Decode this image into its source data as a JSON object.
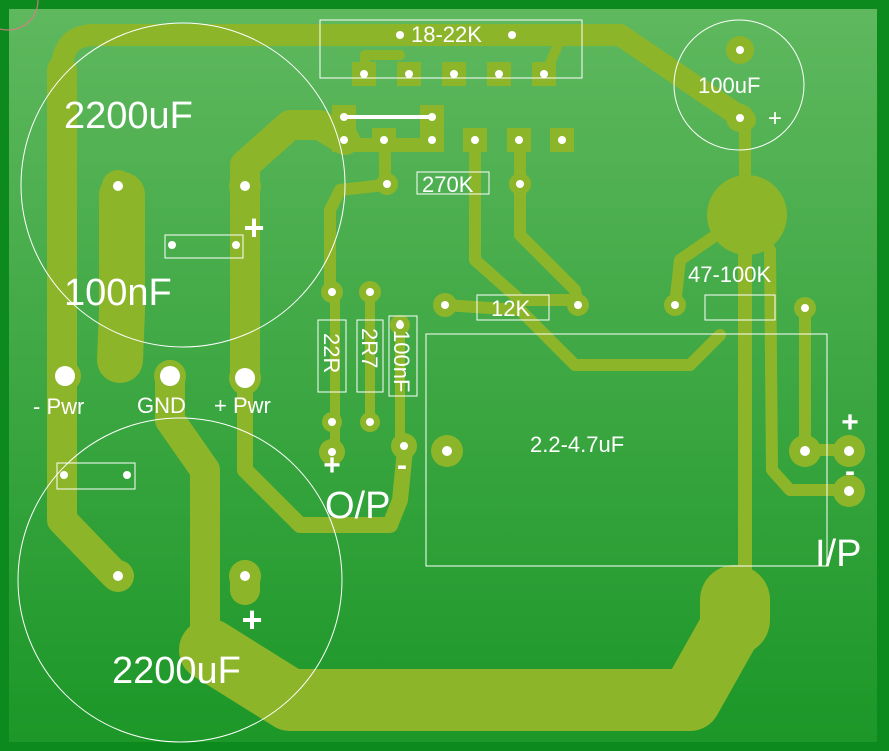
{
  "colors": {
    "board_edge": "#0c8a1c",
    "board_top": "#5cb85c",
    "board_bottom": "#1f9a2a",
    "copper": "#8db52a",
    "silk": "#ffffff",
    "pad_hole": "#ffffff"
  },
  "labels": {
    "cap_top_left": "2200uF",
    "cap_bottom_left": "2200uF",
    "cap_100nf": "100nF",
    "cap_100uf": "100uF",
    "res_top": "18-22K",
    "res_270k": "270K",
    "res_12k": "12K",
    "res_47_100k": "47-100K",
    "res_22r": "22R",
    "res_2r7": "2R7",
    "cap_100nf_small": "100nF",
    "cap_2_2_4_7uf": "2.2-4.7uF",
    "pwr_minus": "- Pwr",
    "gnd": "GND",
    "pwr_plus": "+ Pwr",
    "op_label": "O/P",
    "ip_label": "I/P",
    "plus_sign": "+",
    "minus_sign": "-"
  }
}
